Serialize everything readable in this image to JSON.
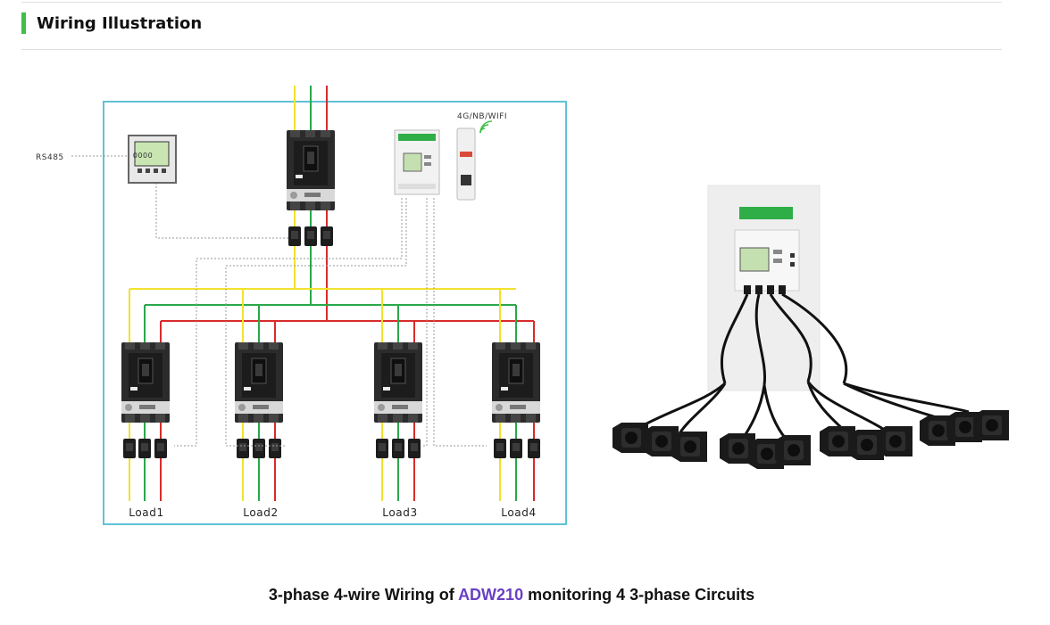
{
  "header": {
    "title": "Wiring Illustration",
    "accent_color": "#3fbf4a"
  },
  "diagram": {
    "rs485_label": "RS485",
    "wireless_label": "4G/NB/WIFI",
    "meter_display": "0000",
    "loads": [
      "Load1",
      "Load2",
      "Load3",
      "Load4"
    ],
    "phase_colors": {
      "L1": "#f2e22c",
      "L2": "#29a84a",
      "L3": "#d92b2b",
      "signal": "#9a9a9a"
    },
    "frame_color": "#5fc3d6"
  },
  "caption": {
    "prefix": "3-phase 4-wire Wiring of ",
    "product": "ADW210",
    "suffix": " monitoring 4 3-phase Circuits",
    "product_color": "#6a3fc4"
  }
}
